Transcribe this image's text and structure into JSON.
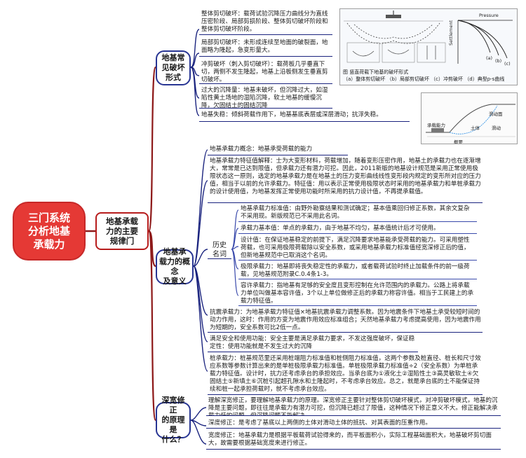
{
  "root": {
    "label": "三门系统\n分析地基\n承载力"
  },
  "branch_main": {
    "label": "地基承载\n力的主要\n规律门"
  },
  "sections": [
    {
      "id": "failure",
      "label": "地基常\n见破坏\n形式"
    },
    {
      "id": "concept",
      "label": "地基承\n载力的概念\n及意义"
    },
    {
      "id": "correction",
      "label": "深宽修正\n的原理是\n什么？"
    }
  ],
  "failure_leaves": [
    "整体剪切破坏：载荷试验沉降压力曲线分为直线压密阶段、局部剪损阶段、整体剪切破坏阶段和整体剪切破坏阶段。",
    "局部剪切破坏：未形成连续至地面的破裂面，地面略为隆起，急变形量大。",
    "冲剪破坏（刺入剪切破坏）：载荷板几乎垂直下切，两侧不发生隆起，地基上沿板侧发生垂直剪切破坏。",
    "过大的沉降量：地基未破坏，但沉降过大，如湿陷性黄土场地的湿陷沉降，软土地基的缓慢沉降，欠固结土的固结沉降",
    "地基失稳：倾斜荷载作用下，地基基底表层或深层滑动；抗浮失稳。"
  ],
  "concept_leaves": [
    "地基承载力概念：地基承受荷载的能力",
    "地基承载力特征值解释：士为大变形材料，荷载增加，随着变形压密作用，地基土的承载力也在逐渐增大，常常是已达到限值，但承载力还有潜力可挖。因此，2011新版的地基设计规范是采用正常使用极限状态这一原则，选定的地基承载力是在地基土的压力变形曲线线性变形段内规定的变形所对应的压力值，相当于以前的允许承载力。特征值：用以表示正常使用极限状态时采用的地基承载力和单桩承载力的设计使用值，为地基发挥正常使用功能时所采用的抗力设计值，不再提承载值。",
    "抗震承载力：为地基承载力特征值×地基抗震承载力调整系数。因为地震条件下地基土承受较短时间的动力作用，这时：作用的方变为地震作用效应标准组合；天然地基承载力考虑提高使用，因为地震作用为短期的，安全系数可比2低一点。",
    "满足安全和使用功能：安全主要是满足承载力要求，不发这强度破坏，保证稳定性：使用功能就是不发生过大的沉降",
    "桩承载力：桩基规范里还采用桩端阻力标准值和桩侧阻力标准值，这两个参数及桩直径、桩长和尺寸效应系数等参数计算出来的是单桩极限承载力标准值。单桩极限承载力标准值÷2（安全系数）为单桩承载力特征值。设计时，抗力还考虑承台的承担效应。当承台底为①液化土②湿陷性土③高灵敏软土④欠固结土⑤新填土⑥沉桩引起超孔隙水和土隆起时，不考虑承台效应。总之，就是承台底的土不能保证持续和桩一起承担荷载时，就不考虑承台效应。"
  ],
  "history": {
    "label": "历史\n名词",
    "items": [
      "地基承载力标准值：由野外勘察结果和测试确定；基本值乘回归修正系数，其余文复杂不采用现。新版规范已不采用此名词。",
      "承载力基本值：单点的承载力，由于地基不均匀，基本值统计后才可使用。",
      "设计值：在保证地基稳定的前提下，满足沉降要求地基能承受荷载的能力。可采用塑性荷载，也可采用极限荷载除以安全系数，或采用地基承载力标准值经宽深修正后的值，但新地基规范中已取消这个名词。",
      "极限承载力：地基即将丧失稳定性的承载力，或者载荷试验时终止加载条件的前一级荷载，见地基规范附录C.0.4条1-3。",
      "容许承载力：指地基有足够的安全度且变形控制在允许范围内的承载力。公路上将承载力单位叫做基本容许值，3个以上单位做修正后的承载力称容许值。相当于工民建上的承载力特征值。"
    ]
  },
  "correction_leaves": [
    "理解深宽修正，要理解地基承载力的原理。深宽修正主要针对整体剪切破坏模式，对冲剪破坏模式，地基的沉降是主要问题，即往往是承载力有潜力可挖，但沉降已超过了限值，这种情况下修正意义不大。修正能解决承载力低的问题，但沉降问题不能解决。",
    "深度修正：是考虑了基底以上两侧的土体对滑动土体的抵抗、对其表面的压重作用。",
    "宽度修正：地基承载力是根据平板载荷试验得来的，而平板面积小，实际工程基础面积大，地基破坏剪切面大，故需要根据基础宽度来进行修正。"
  ],
  "figure_top": {
    "title": "图",
    "caption_line1": "竖直荷载下地基的破坏形式",
    "caption_line2": "（a）整体剪切破坏 （b）局部剪切破坏 （c）冲剪破坏 （d）典型p-s曲线",
    "axis_pressure": "Pressure",
    "axis_settlement": "Settlement",
    "curve_labels": [
      "(a)",
      "(b)",
      "(c)"
    ]
  },
  "figure_overview": {
    "caption": "概要",
    "labels": [
      "承载能力",
      "滑动面",
      "土体",
      "滑动"
    ]
  },
  "colors": {
    "root_fill": "#e53935",
    "level1_border": "#b71c1c",
    "level2_border": "#283593",
    "leaf_line": "#1a237e",
    "link": "#8e1a1a"
  }
}
